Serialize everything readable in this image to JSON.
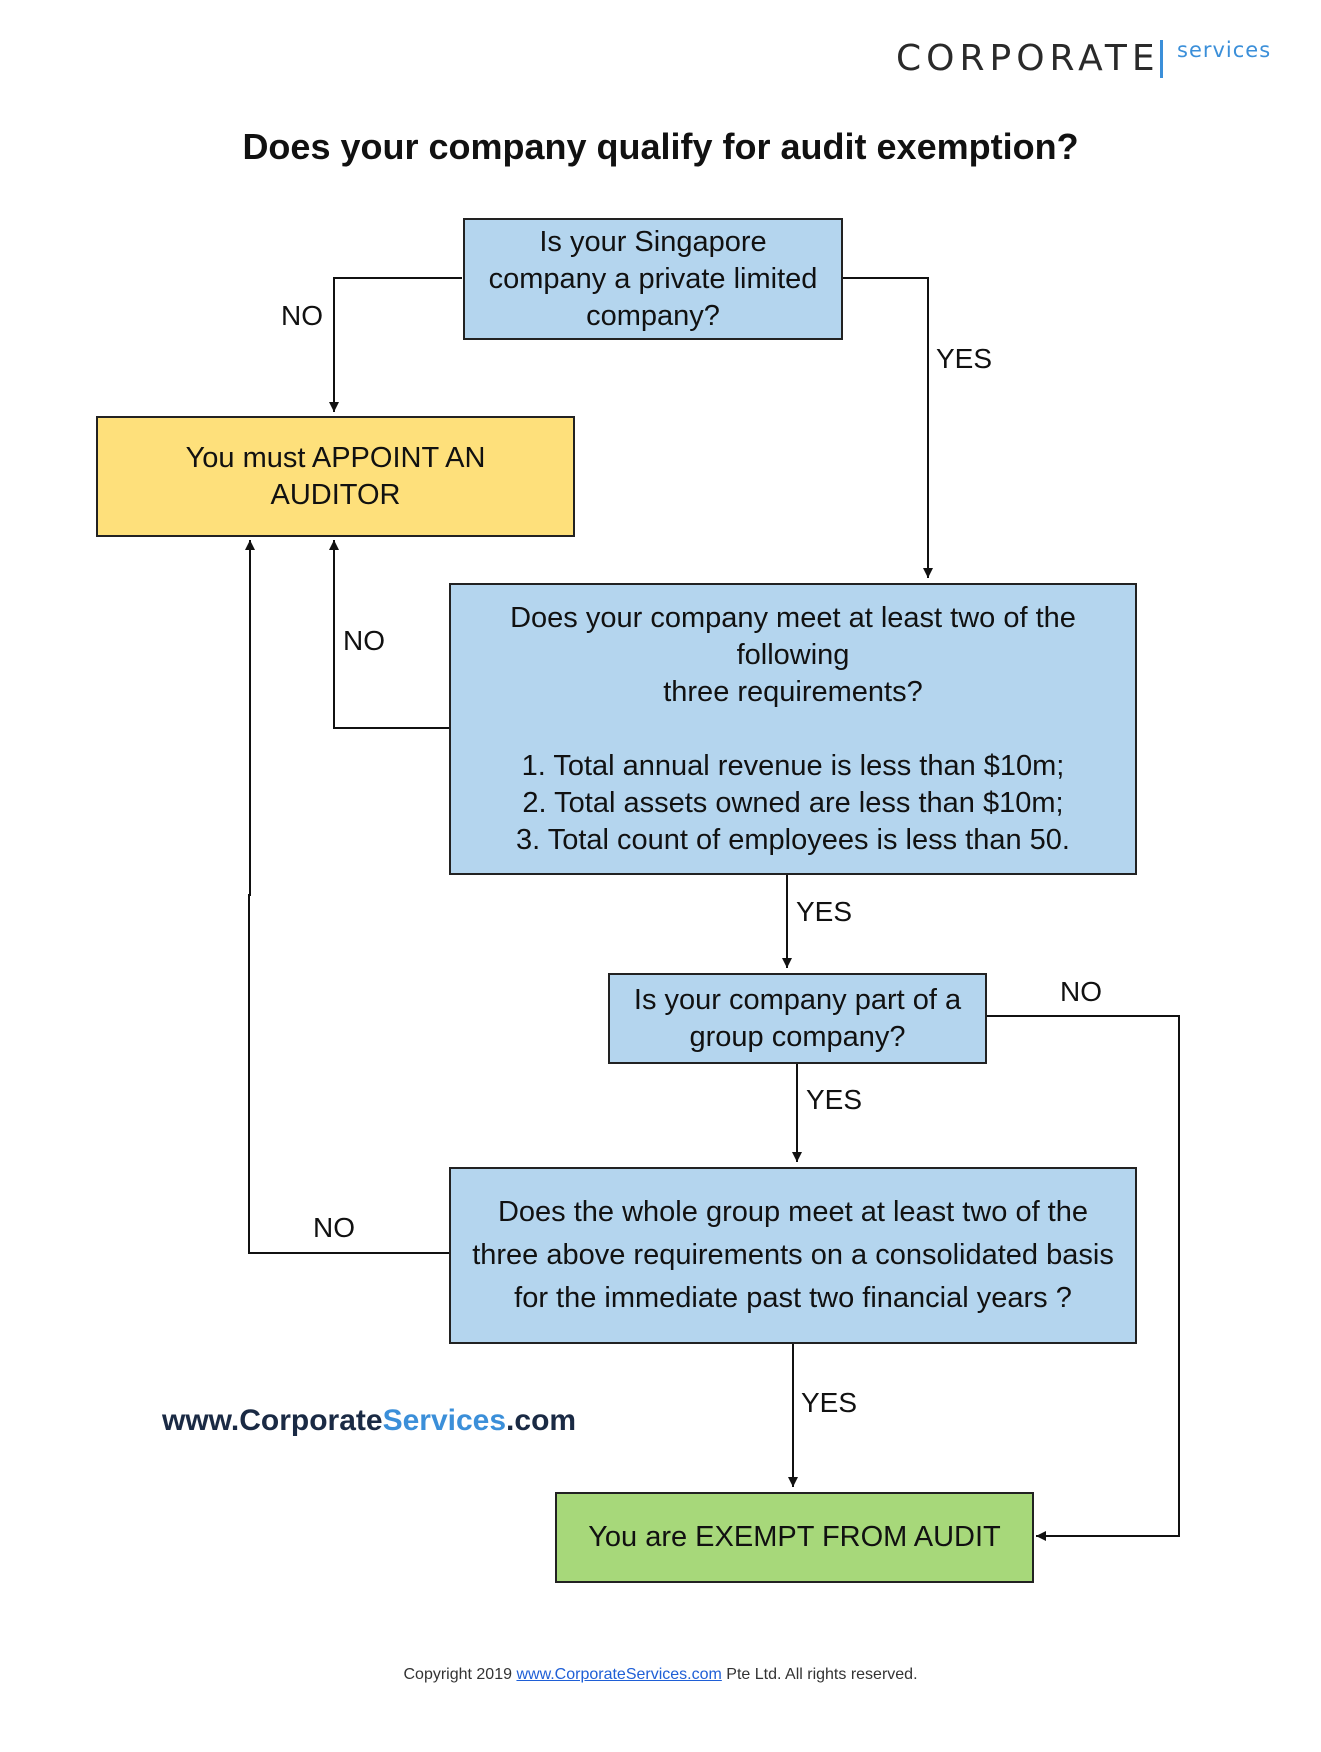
{
  "brand": {
    "name": "CORPORATE",
    "sub": "services"
  },
  "title": "Does your company qualify for audit exemption?",
  "nodes": {
    "q_private": "Is your Singapore\ncompany a private limited\ncompany?",
    "appoint_auditor": "You must APPOINT AN\nAUDITOR",
    "q_requirements": "Does your company meet at least two of the\nfollowing\nthree requirements?\n\n1. Total annual revenue is less than $10m;\n2. Total assets owned are less than $10m;\n3. Total count of employees is less than 50.",
    "q_group": "Is your company part of a\ngroup company?",
    "q_group_requirements": "Does the whole group meet at least two of the\nthree above requirements on a consolidated basis\nfor the immediate past two financial years ?",
    "exempt": "You are EXEMPT FROM AUDIT"
  },
  "edge_labels": {
    "private_no": "NO",
    "private_yes": "YES",
    "requirements_no": "NO",
    "requirements_yes": "YES",
    "group_no": "NO",
    "group_yes": "YES",
    "group_requirements_no": "NO",
    "group_requirements_yes": "YES"
  },
  "website": {
    "prefix": "www.",
    "part1": "Corporate",
    "part2": "Services",
    "suffix": ".com"
  },
  "copyright": {
    "before": "Copyright 2019 ",
    "link": "www.CorporateServices.com",
    "after": " Pte Ltd. All rights reserved."
  },
  "colors": {
    "question_fill": "#b4d5ee",
    "auditor_fill": "#fee07b",
    "exempt_fill": "#a7d87a",
    "brand_accent": "#3b8fd9"
  }
}
